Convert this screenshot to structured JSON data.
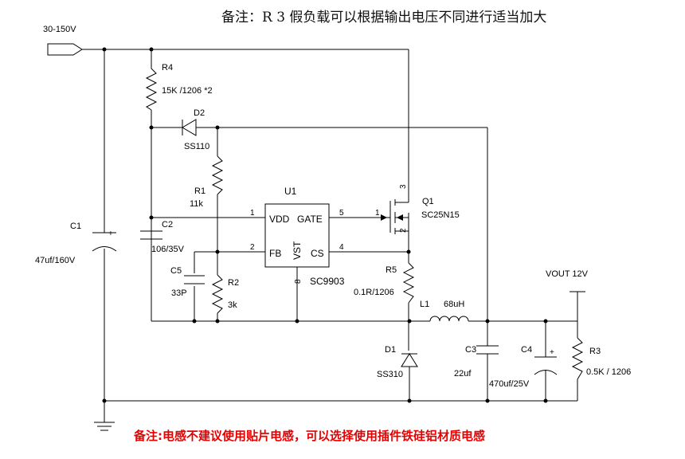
{
  "notes": {
    "top": "备注：R 3 假负载可以根据输出电压不同进行适当加大",
    "bottom": "备注:电感不建议使用贴片电感，可以选择使用插件铁硅铝材质电感"
  },
  "input": {
    "label": "30-150V"
  },
  "output": {
    "label": "VOUT 12V"
  },
  "components": {
    "r4": {
      "ref": "R4",
      "value": "15K /1206 *2"
    },
    "d2": {
      "ref": "D2",
      "value": "SS110"
    },
    "r1": {
      "ref": "R1",
      "value": "11k"
    },
    "c1": {
      "ref": "C1",
      "value": "47uf/160V"
    },
    "c2": {
      "ref": "C2",
      "value": "106/35V"
    },
    "c5": {
      "ref": "C5",
      "value": "33P"
    },
    "r2": {
      "ref": "R2",
      "value": "3k"
    },
    "u1": {
      "ref": "U1",
      "part": "SC9903",
      "pins": {
        "vdd": "VDD",
        "gate": "GATE",
        "fb": "FB",
        "cs": "CS",
        "vst": "VST",
        "p1": "1",
        "p2": "2",
        "p4": "4",
        "p5": "5",
        "p8": "8"
      }
    },
    "q1": {
      "ref": "Q1",
      "value": "SC25N15",
      "pins": {
        "g": "1",
        "s": "2",
        "d": "3"
      }
    },
    "r5": {
      "ref": "R5",
      "value": "0.1R/1206"
    },
    "l1": {
      "ref": "L1",
      "value": "68uH"
    },
    "d1": {
      "ref": "D1",
      "value": "SS310"
    },
    "c3": {
      "ref": "C3",
      "value": "22uf"
    },
    "c4": {
      "ref": "C4",
      "value": "470uf/25V"
    },
    "r3": {
      "ref": "R3",
      "value": "0.5K / 1206"
    }
  },
  "colors": {
    "wire": "#000000",
    "note_bottom": "#e60000"
  }
}
